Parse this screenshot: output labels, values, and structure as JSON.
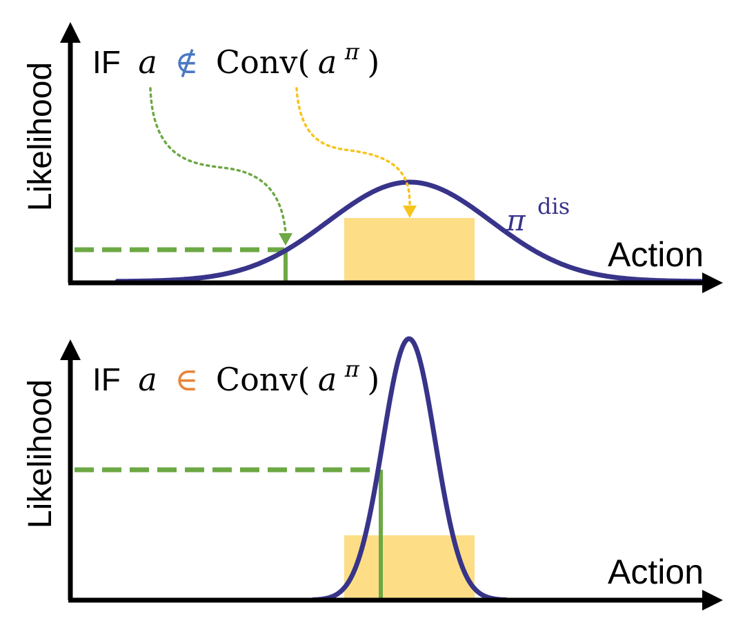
{
  "colors": {
    "axis": "#000000",
    "curve": "#38348A",
    "region": "#FDDE86",
    "marker": "#6CA844",
    "arrow_green": "#6CA844",
    "arrow_yellow": "#F7C31E",
    "not_in": "#4A78C4",
    "in": "#E8843A"
  },
  "top_panel": {
    "ylabel": "Likelihood",
    "xlabel": "Action",
    "condition": {
      "prefix": "IF",
      "var": "a",
      "op": "∉",
      "func": "Conv(",
      "base": "a",
      "sup": "π",
      "close": ")"
    },
    "policy": {
      "symbol": "π",
      "sup": "dis"
    }
  },
  "bottom_panel": {
    "ylabel": "Likelihood",
    "xlabel": "Action",
    "condition": {
      "prefix": "IF",
      "var": "a",
      "op": "∈",
      "func": "Conv(",
      "base": "a",
      "sup": "π",
      "close": ")"
    }
  },
  "icons": [
    "y-axis-arrow-icon",
    "x-axis-arrow-icon",
    "dotted-arrow-icon"
  ]
}
